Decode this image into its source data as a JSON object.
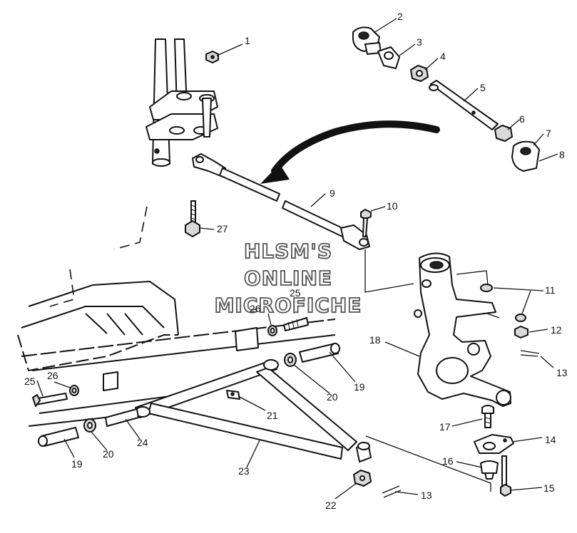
{
  "watermark": {
    "line1": "HLSM'S",
    "line2": "ONLINE",
    "line3": "MICROFICHE"
  },
  "callouts": {
    "c1": "1",
    "c2": "2",
    "c3": "3",
    "c4": "4",
    "c5": "5",
    "c6": "6",
    "c7": "7",
    "c8": "8",
    "c9": "9",
    "c10": "10",
    "c11": "11",
    "c12": "12",
    "c13a": "13",
    "c13b": "13",
    "c14": "14",
    "c15": "15",
    "c16": "16",
    "c17": "17",
    "c18": "18",
    "c19a": "19",
    "c19b": "19",
    "c20a": "20",
    "c20b": "20",
    "c21": "21",
    "c22": "22",
    "c23": "23",
    "c24": "24",
    "c25a": "25",
    "c25b": "25",
    "c26a": "26",
    "c26b": "26",
    "c27": "27"
  }
}
